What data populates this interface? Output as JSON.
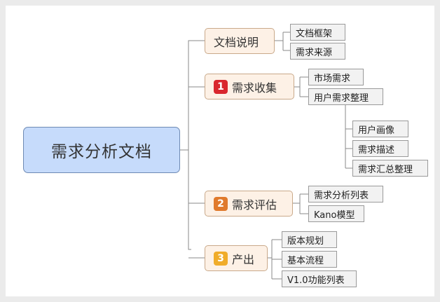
{
  "root": {
    "label": "需求分析文档"
  },
  "branches": [
    {
      "label": "文档说明",
      "children": [
        "文档框架",
        "需求来源"
      ]
    },
    {
      "badge": "1",
      "badge_color": "#d9272e",
      "label": "需求收集",
      "children": [
        "市场需求",
        "用户需求整理"
      ],
      "grandchildren": [
        "用户画像",
        "需求描述",
        "需求汇总整理"
      ]
    },
    {
      "badge": "2",
      "badge_color": "#e07a2c",
      "label": "需求评估",
      "children": [
        "需求分析列表",
        "Kano模型"
      ]
    },
    {
      "badge": "3",
      "badge_color": "#f0ac2a",
      "label": "产出",
      "children": [
        "版本规划",
        "基本流程",
        "V1.0功能列表"
      ]
    }
  ],
  "colors": {
    "connector": "#8a8a8a"
  }
}
